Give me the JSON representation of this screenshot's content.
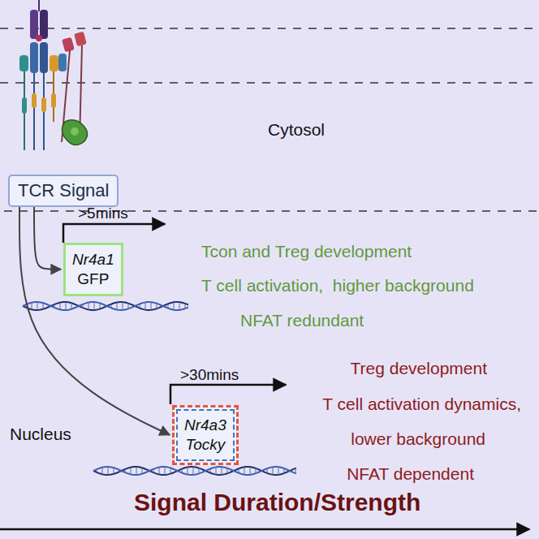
{
  "diagram": {
    "nodes": [
      {
        "text": [
          "TCR Signal"
        ]
      },
      {
        "text": [
          "Nr4a1",
          "GFP"
        ]
      },
      {
        "text": [
          "Nr4a3",
          "Tocky"
        ]
      }
    ],
    "edges": [
      {
        "from": 0,
        "to": 1,
        "arrow": "to"
      },
      {
        "from": 0,
        "to": 2,
        "arrow": "to"
      }
    ],
    "labels": [
      "Cytosol",
      ">5mins",
      "Tcon and Treg development",
      "T cell activation,  higher background",
      "NFAT redundant",
      ">30mins",
      "Treg development",
      "T cell activation dynamics,",
      "lower background",
      "NFAT dependent",
      "Nucleus",
      "Signal Duration/Strength"
    ]
  }
}
